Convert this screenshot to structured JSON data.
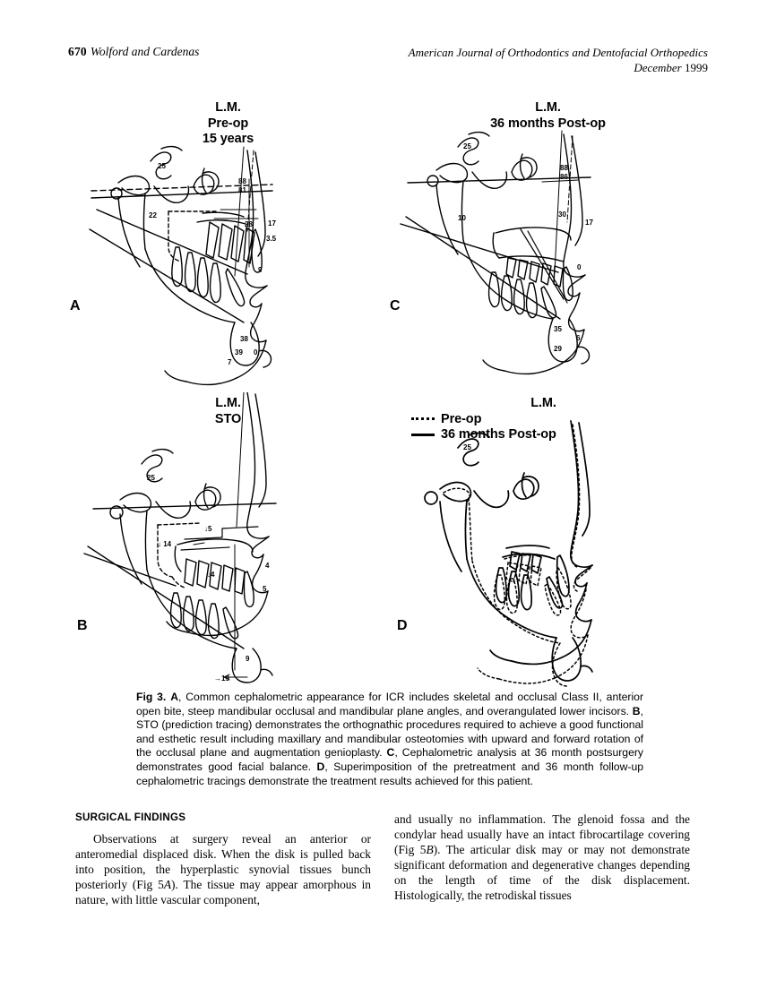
{
  "running_head": {
    "folio": "670",
    "authors": "Wolford and Cardenas",
    "journal": "American Journal of Orthodontics and Dentofacial Orthopedics",
    "month": "December",
    "year": "1999"
  },
  "figure": {
    "panels": [
      {
        "letter": "A",
        "title_lines": [
          "L.M.",
          "Pre-op",
          "15 years"
        ],
        "measurements": [
          "25",
          "22",
          "88",
          "81",
          "28",
          "17",
          "3.5",
          "9",
          "38",
          "39",
          "0",
          "7"
        ]
      },
      {
        "letter": "C",
        "title_lines": [
          "L.M.",
          "36 months Post-op"
        ],
        "measurements": [
          "25",
          "10",
          "88",
          "86",
          "30",
          "17",
          "0",
          "35",
          "29",
          "6"
        ]
      },
      {
        "letter": "B",
        "title_lines": [
          "L.M.",
          "STO"
        ],
        "measurements": [
          "25",
          "↓5",
          "↓ 14",
          "↓4",
          "4",
          "5",
          "9",
          "→19"
        ]
      },
      {
        "letter": "D",
        "title_lines": [
          "L.M."
        ],
        "legend": [
          {
            "style": "dotted",
            "label": "Pre-op"
          },
          {
            "style": "solid",
            "label": "36 months Post-op"
          }
        ],
        "measurements": [
          "25"
        ]
      }
    ]
  },
  "caption": {
    "label": "Fig 3.",
    "part_a": "A",
    "text_a": ", Common cephalometric appearance for ICR includes skeletal and occlusal Class II, anterior open bite, steep mandibular occlusal and mandibular plane angles, and overangulated lower incisors. ",
    "part_b": "B",
    "text_b": ", STO (prediction tracing) demonstrates the orthognathic procedures required to achieve a good functional and esthetic result including maxillary and mandibular osteotomies with upward and forward rotation of the occlusal plane and augmentation genioplasty. ",
    "part_c": "C",
    "text_c": ", Cephalometric analysis at 36 month postsurgery demonstrates good facial balance. ",
    "part_d": "D",
    "text_d": ", Superimposition of the pretreatment and 36 month follow-up cephalometric tracings demonstrate the treatment results achieved for this patient."
  },
  "body": {
    "section_heading": "SURGICAL FINDINGS",
    "left_paragraph_pre": "Observations at surgery reveal an anterior or anteromedial displaced disk. When the disk is pulled back into position, the hyperplastic synovial tissues bunch posteriorly (Fig 5",
    "left_paragraph_italic": "A",
    "left_paragraph_post": "). The tissue may appear amorphous in nature, with little vascular component,",
    "right_paragraph_pre": "and usually no inflammation. The glenoid fossa and the condylar head usually have an intact fibrocartilage covering (Fig 5",
    "right_paragraph_italic": "B",
    "right_paragraph_post": "). The articular disk may or may not demonstrate significant deformation and degenerative changes depending on the length of time of the disk displacement. Histologically, the retrodiskal tissues"
  }
}
